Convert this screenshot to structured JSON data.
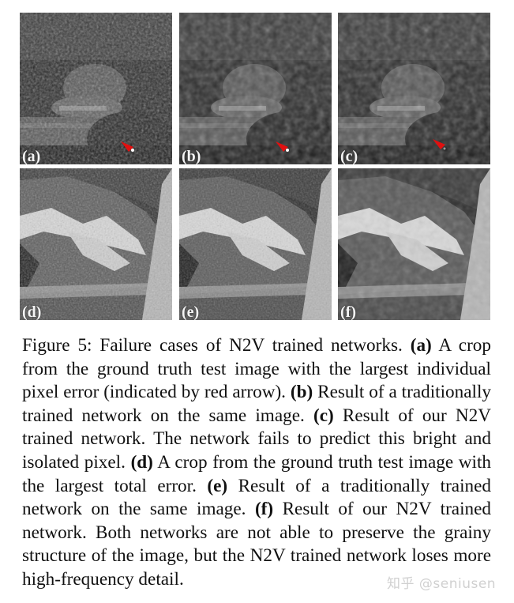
{
  "figure": {
    "panels": [
      {
        "id": "a",
        "label": "(a)",
        "description": "Ground truth crop with largest individual pixel error",
        "scene": "foliage",
        "has_arrow": true
      },
      {
        "id": "b",
        "label": "(b)",
        "description": "Traditionally trained network result",
        "scene": "foliage",
        "has_arrow": true
      },
      {
        "id": "c",
        "label": "(c)",
        "description": "N2V trained network result",
        "scene": "foliage",
        "has_arrow": true
      },
      {
        "id": "d",
        "label": "(d)",
        "description": "Ground truth crop with largest total error",
        "scene": "mountain",
        "has_arrow": false
      },
      {
        "id": "e",
        "label": "(e)",
        "description": "Traditionally trained network result",
        "scene": "mountain",
        "has_arrow": false
      },
      {
        "id": "f",
        "label": "(f)",
        "description": "N2V trained network result",
        "scene": "mountain",
        "has_arrow": false
      }
    ],
    "arrow_color": "#e01010"
  },
  "caption": {
    "prefix": "Figure 5:  Failure cases of N2V trained networks.  ",
    "parts": [
      {
        "bold": "(a)",
        "text": " A crop from the ground truth test image with the largest individual pixel error (indicated by red arrow).  "
      },
      {
        "bold": "(b)",
        "text": " Result of a traditionally trained network on the same image. "
      },
      {
        "bold": "(c)",
        "text": " Result of our N2V trained network.  The network fails to predict this bright and isolated pixel.  "
      },
      {
        "bold": "(d)",
        "text": " A crop from the ground truth test image with the largest total error.  "
      },
      {
        "bold": "(e)",
        "text": " Result of a traditionally trained network on the same image. "
      },
      {
        "bold": "(f)",
        "text": " Result of our N2V trained network.  Both networks are not able to preserve the grainy structure of the image, but the N2V trained network loses more high-frequency detail."
      }
    ]
  },
  "watermark": "知乎 @seniusen"
}
